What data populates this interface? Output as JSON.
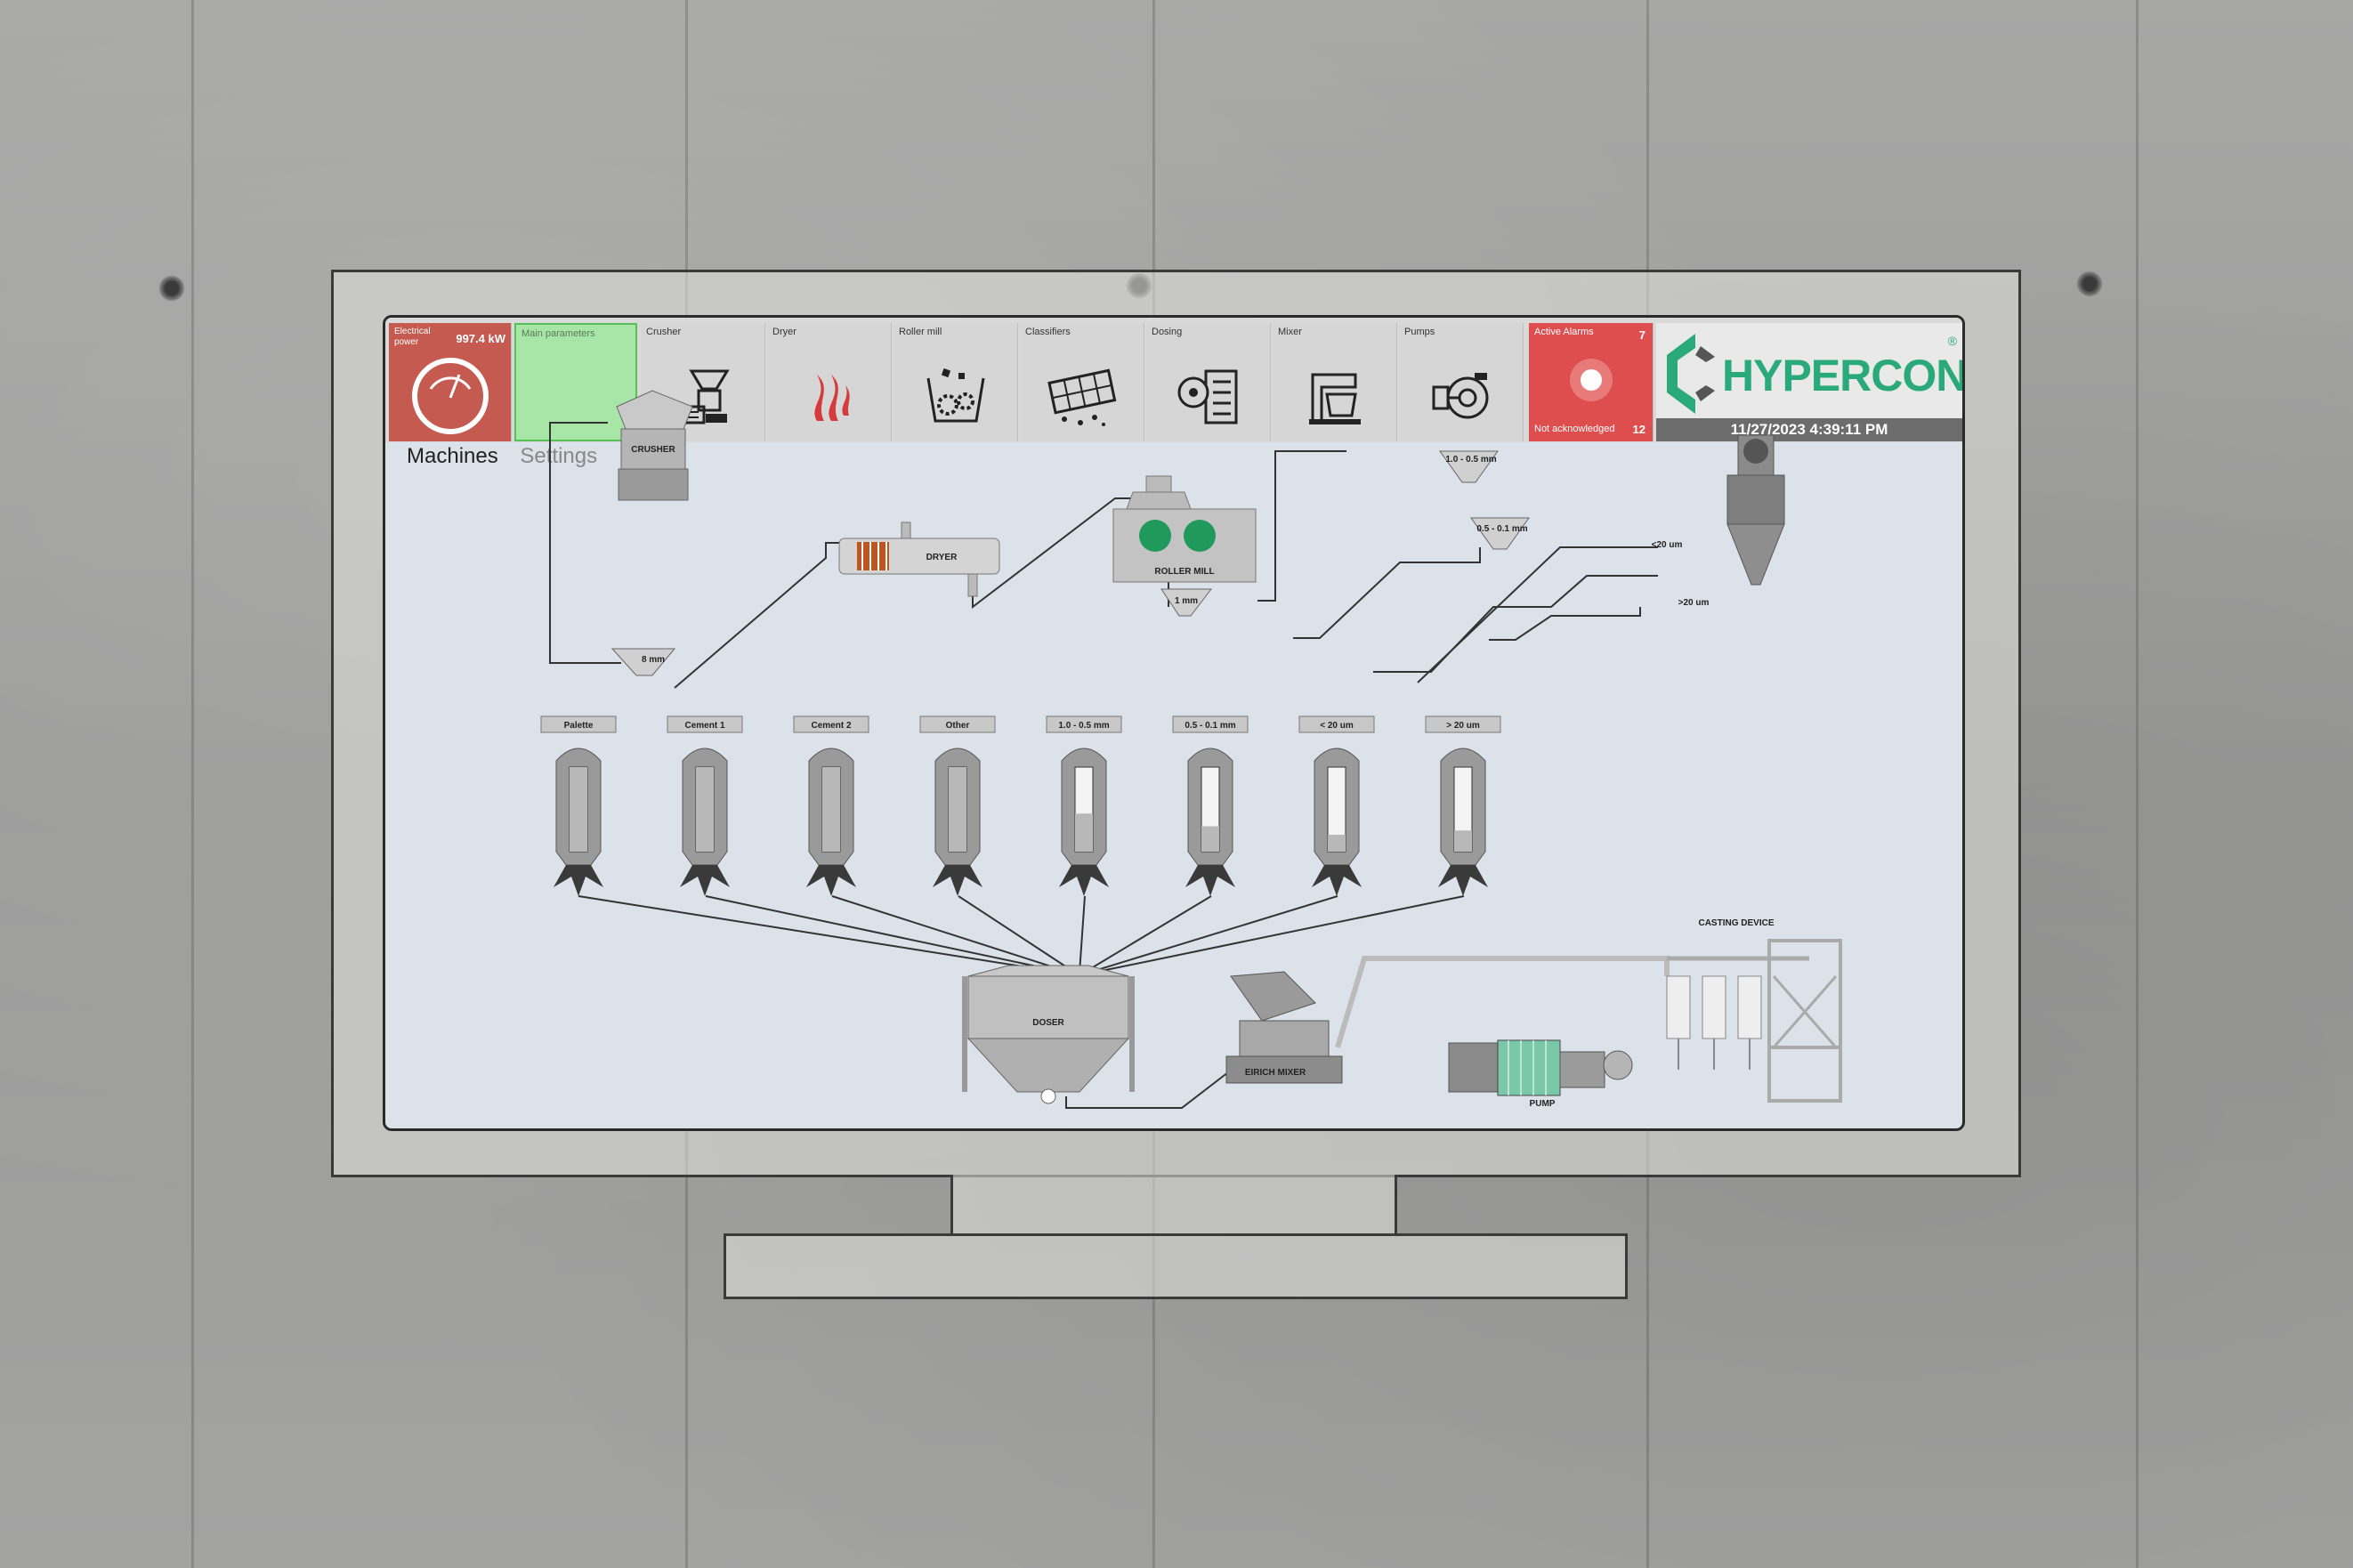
{
  "toolbar": {
    "power": {
      "label": "Electrical power",
      "value": "997.4 kW"
    },
    "main_parameters": "Main parameters",
    "crusher": "Crusher",
    "dryer": "Dryer",
    "roller_mill": "Roller mill",
    "classifiers": "Classifiers",
    "dosing": "Dosing",
    "mixer": "Mixer",
    "pumps": "Pumps",
    "alarms": {
      "active_label": "Active Alarms",
      "active_count": "7",
      "unack_label": "Not acknowledged",
      "unack_count": "12"
    }
  },
  "logo": {
    "brand": "HYPERCON",
    "reg": "®",
    "datetime": "11/27/2023 4:39:11 PM"
  },
  "tabs": {
    "machines": "Machines",
    "settings": "Settings"
  },
  "machines": {
    "crusher": "CRUSHER",
    "crusher_out": "8 mm",
    "dryer": "DRYER",
    "roller_mill": "ROLLER MILL",
    "mill_out": "1 mm",
    "class_1": "1.0 - 0.5 mm",
    "class_2": "0.5 - 0.1 mm",
    "cyclone_fine": "<20 um",
    "cyclone_coarse": ">20 um",
    "doser": "DOSER",
    "mixer": "EIRICH MIXER",
    "pump": "PUMP",
    "casting": "CASTING DEVICE"
  },
  "silos": [
    {
      "label": "Palette",
      "fill": 1.0
    },
    {
      "label": "Cement 1",
      "fill": 1.0
    },
    {
      "label": "Cement 2",
      "fill": 1.0
    },
    {
      "label": "Other",
      "fill": 1.0
    },
    {
      "label": "1.0 - 0.5 mm",
      "fill": 0.45
    },
    {
      "label": "0.5 - 0.1 mm",
      "fill": 0.3
    },
    {
      "label": "< 20 um",
      "fill": 0.2
    },
    {
      "label": "> 20 um",
      "fill": 0.25
    }
  ],
  "colors": {
    "accent": "#2aa97a",
    "alarm": "#df4e4e",
    "power": "#c55a50",
    "selected": "#a8e6a8"
  }
}
